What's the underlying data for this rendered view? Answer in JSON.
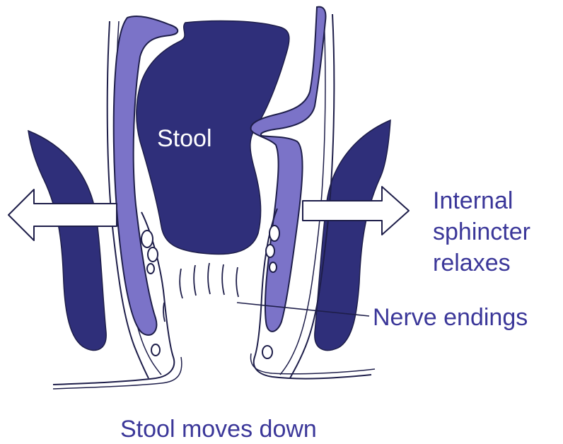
{
  "labels": {
    "stool": "Stool",
    "internal_sphincter": [
      "Internal",
      "sphincter",
      "relaxes"
    ],
    "nerve_endings": "Nerve endings",
    "caption": "Stool moves down"
  },
  "colors": {
    "dark_fill": "#2f2f7a",
    "light_fill": "#7b73c8",
    "label_text_white": "#ffffff",
    "label_text_blue": "#3b3799",
    "outline": "#1e1e4a",
    "arrow_fill": "#ffffff"
  },
  "icons": {
    "left_arrow": "outward-arrow-left-icon",
    "right_arrow": "outward-arrow-right-icon"
  }
}
